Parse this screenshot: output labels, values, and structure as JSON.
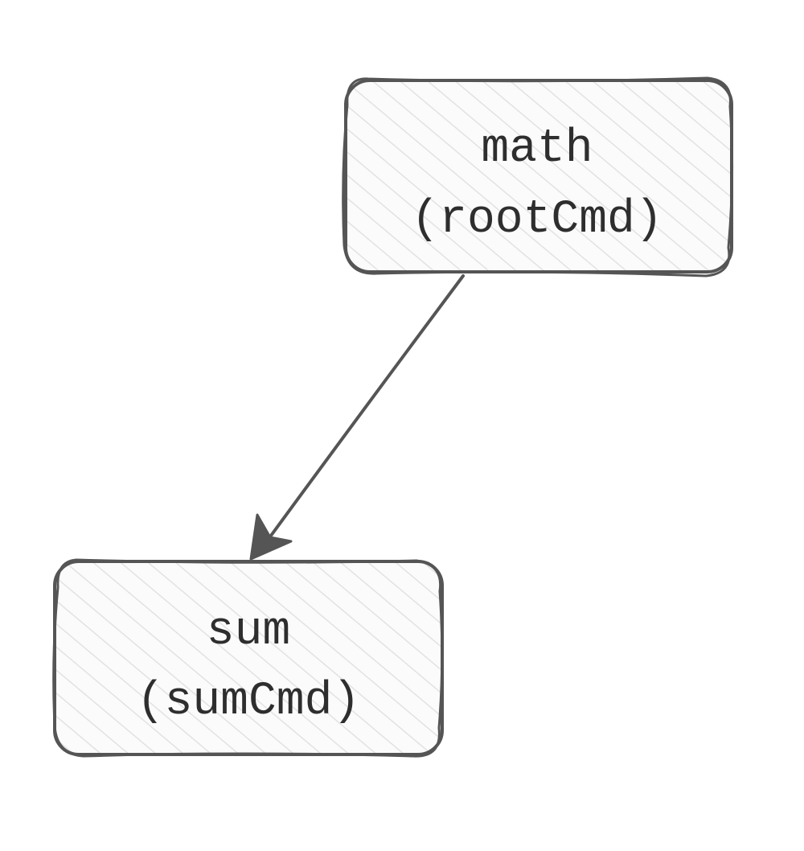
{
  "colors": {
    "stroke": "#555555",
    "hatch": "#e4e4e4",
    "fill": "#f9f9f9",
    "text": "#2e2e2e"
  },
  "nodes": [
    {
      "id": "math",
      "line1": "math",
      "line2": "(rootCmd)"
    },
    {
      "id": "sum",
      "line1": "sum",
      "line2": "(sumCmd)"
    }
  ],
  "edges": [
    {
      "from": "math",
      "to": "sum",
      "arrow": "end"
    }
  ]
}
